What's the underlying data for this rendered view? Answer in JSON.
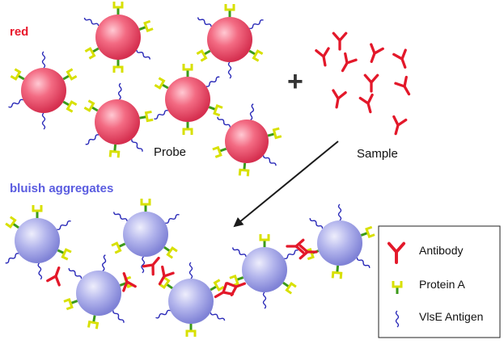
{
  "labels": {
    "red_state": "red",
    "probe": "Probe",
    "sample": "Sample",
    "blue_state": "bluish aggregates",
    "plus": "+"
  },
  "legend": {
    "antibody": "Antibody",
    "protein_a": "Protein A",
    "vlse_antigen": "VlsE Antigen"
  },
  "colors": {
    "red_text": "#e8182b",
    "blue_text": "#5a5ce0",
    "antibody": "#e3182a",
    "protein_a_green": "#3c9a1a",
    "protein_a_yellow": "#d8e000",
    "antigen": "#2a2ab8",
    "red_bead": "#ee5e76",
    "blue_bead": "#a6a8e6"
  }
}
